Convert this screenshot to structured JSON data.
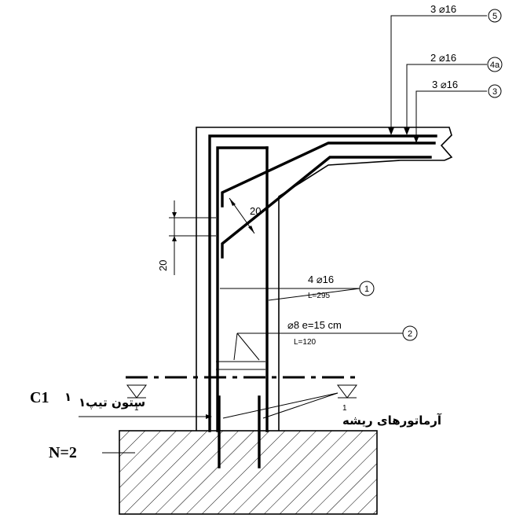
{
  "callouts": {
    "bar5": {
      "spec": "3 ⌀16",
      "mark": "5"
    },
    "bar4a": {
      "spec": "2 ⌀16",
      "mark": "4a"
    },
    "bar3": {
      "spec": "3 ⌀16",
      "mark": "3"
    },
    "bar1": {
      "spec": "4 ⌀16",
      "length": "L=295",
      "mark": "1"
    },
    "bar2": {
      "spec": "⌀8  e=15 cm",
      "length": "L=120",
      "mark": "2"
    }
  },
  "dimensions": {
    "haunch": "20",
    "vertical": "20"
  },
  "labels": {
    "column_code": "C1",
    "column_name": "ستون تیپ۱",
    "column_num": "۱",
    "section_left": "1",
    "section_right": "1",
    "starter_bars": "آرماتورهای ریشه",
    "count": "N=2"
  },
  "colors": {
    "ink": "#000000",
    "paper": "#ffffff"
  }
}
